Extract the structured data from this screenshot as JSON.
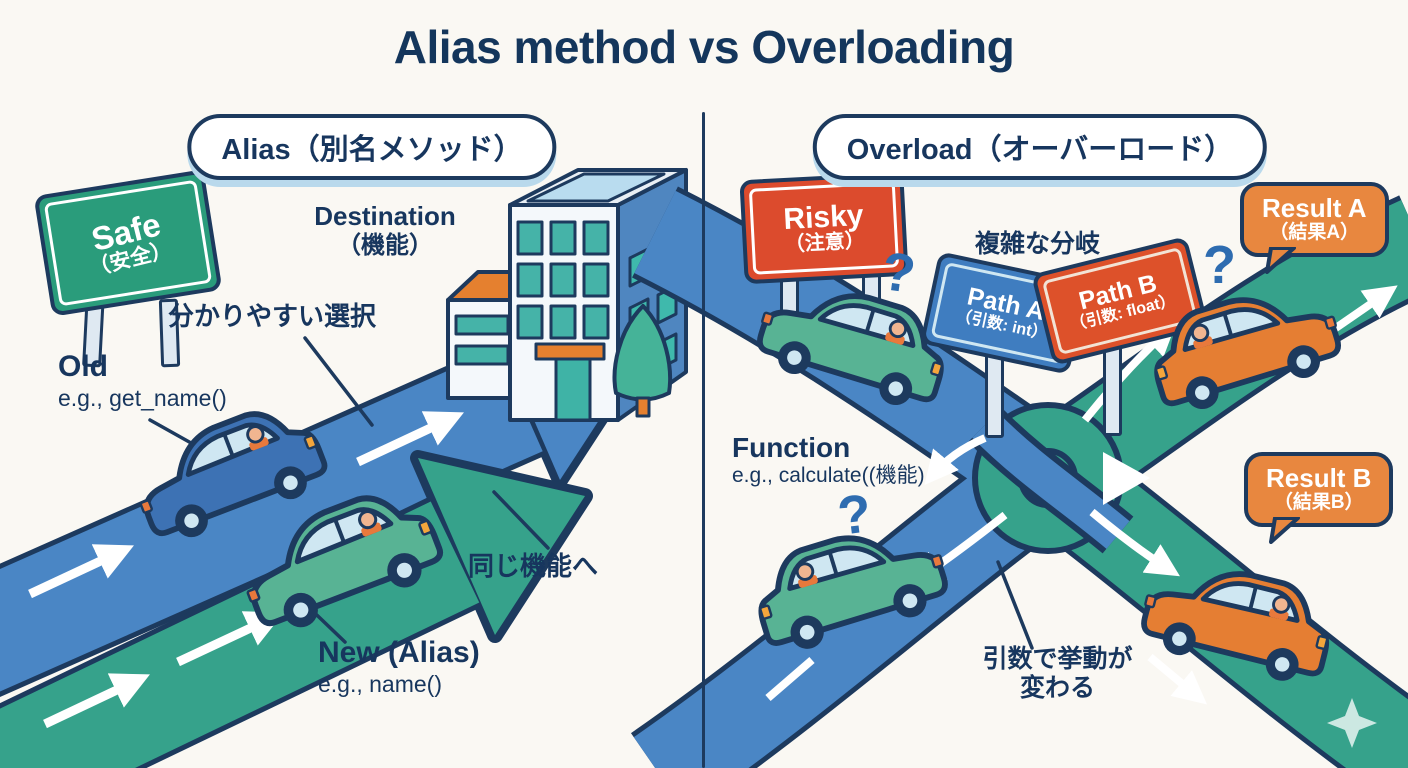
{
  "title": "Alias method vs Overloading",
  "palette": {
    "navy": "#1d3a5e",
    "blue_road": "#4a86c5",
    "teal_road": "#36a28b",
    "sign_green": "#2a9c7b",
    "sign_red": "#dc4b2d",
    "sign_blue": "#3f7dc0",
    "sign_orange_red": "#dd512a",
    "bubble_orange": "#e8873f",
    "background": "#faf8f3"
  },
  "left_panel": {
    "header": "Alias（別名メソッド）",
    "safe_sign": {
      "title": "Safe",
      "subtitle": "（安全）"
    },
    "destination": {
      "title": "Destination",
      "subtitle": "（機能）"
    },
    "labels": {
      "clear_choice": "分かりやすい選択",
      "same_function": "同じ機能へ"
    },
    "old_method": {
      "title": "Old",
      "example": "e.g., get_name()"
    },
    "new_method": {
      "title": "New (Alias)",
      "example": "e.g., name()"
    }
  },
  "right_panel": {
    "header": "Overload（オーバーロード）",
    "risky_sign": {
      "title": "Risky",
      "subtitle": "（注意）"
    },
    "path_a_sign": {
      "title": "Path A",
      "subtitle": "（引数: int）"
    },
    "path_b_sign": {
      "title": "Path B",
      "subtitle": "（引数: float）"
    },
    "result_a": {
      "title": "Result A",
      "subtitle": "（結果A）"
    },
    "result_b": {
      "title": "Result B",
      "subtitle": "（結果B）"
    },
    "function_label": {
      "title": "Function",
      "example": "e.g., calculate((機能)"
    },
    "labels": {
      "complex_branching": "複雑な分岐",
      "behavior_line1": "引数で挙動が",
      "behavior_line2": "変わる"
    },
    "question_mark": "?"
  }
}
